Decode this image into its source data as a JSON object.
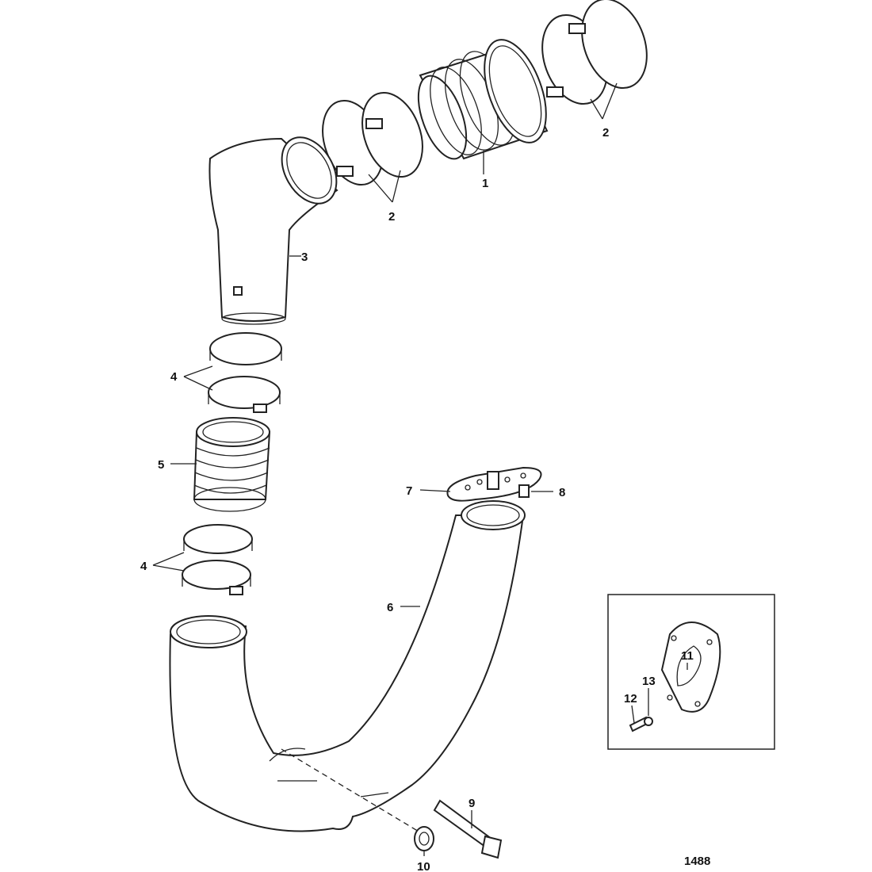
{
  "diagram": {
    "figure_number": "1488",
    "callouts": {
      "c1": "1",
      "c2a": "2",
      "c2b": "2",
      "c3": "3",
      "c4a": "4",
      "c4b": "4",
      "c5": "5",
      "c6": "6",
      "c7": "7",
      "c8": "8",
      "c9": "9",
      "c10": "10",
      "c11": "11",
      "c12": "12",
      "c13": "13"
    }
  }
}
